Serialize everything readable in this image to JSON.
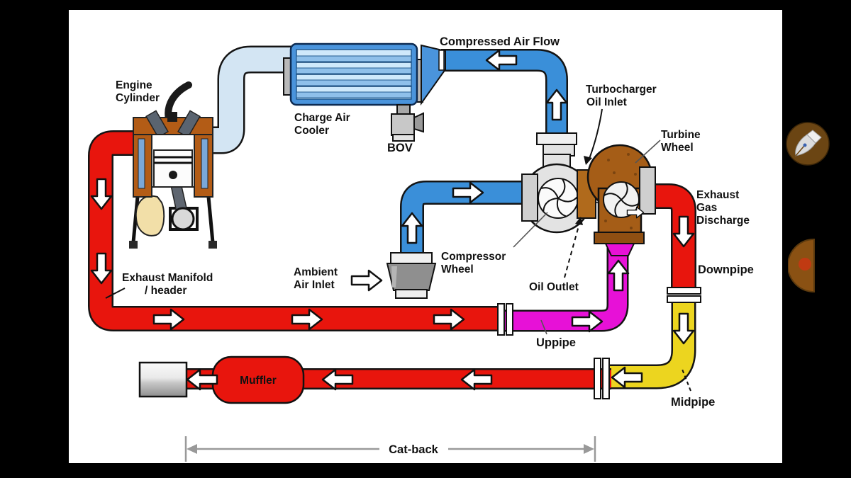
{
  "labels": {
    "engine_cylinder": [
      "Engine",
      "Cylinder"
    ],
    "charge_air_cooler": [
      "Charge Air",
      "Cooler"
    ],
    "bov": "BOV",
    "compressed_air_flow": "Compressed Air Flow",
    "turbocharger_oil_inlet": [
      "Turbocharger",
      "Oil Inlet"
    ],
    "turbine_wheel": [
      "Turbine",
      "Wheel"
    ],
    "exhaust_gas_discharge": [
      "Exhaust",
      "Gas",
      "Discharge"
    ],
    "downpipe": "Downpipe",
    "compressor_wheel": [
      "Compressor",
      "Wheel"
    ],
    "oil_outlet": "Oil Outlet",
    "ambient_air_inlet": [
      "Ambient",
      "Air Inlet"
    ],
    "exhaust_manifold": [
      "Exhaust Manifold",
      "/ header"
    ],
    "uppipe": "Uppipe",
    "midpipe": "Midpipe",
    "muffler": "Muffler",
    "cat_back": "Cat-back"
  },
  "colors": {
    "red": "#e8150d",
    "blue": "#3a8fd9",
    "light_blue": "#d3e5f3",
    "magenta": "#e711d7",
    "yellow": "#ecd51f",
    "cooler_blue": "#4a94dc",
    "turbine_brown": "#a55d17",
    "center_housing_brown": "#b06a1c",
    "engine_block_brown": "#b35c16",
    "background": "#000000",
    "canvas": "#ffffff",
    "icon_pen_bg": "#6b4513",
    "icon_half_disc": "#8a5113",
    "icon_dot": "#c03a12"
  },
  "side_controls": {
    "pen_button_icon": "pen-nib-icon",
    "indicator_icon": "half-disc-dot-icon"
  }
}
